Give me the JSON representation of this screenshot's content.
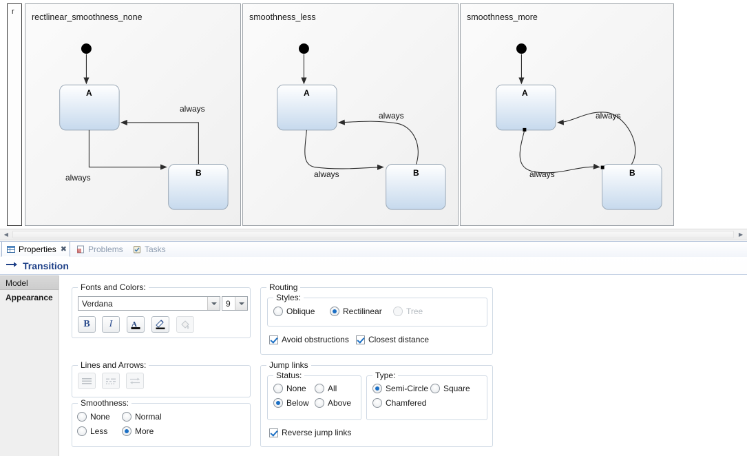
{
  "editor": {
    "side_strip_label": "r",
    "panels": [
      {
        "title": "rectlinear_smoothness_none",
        "state_a_label": "A",
        "state_b_label": "B",
        "edge_label_top": "always",
        "edge_label_bottom": "always"
      },
      {
        "title": "smoothness_less",
        "state_a_label": "A",
        "state_b_label": "B",
        "edge_label_top": "always",
        "edge_label_bottom": "always"
      },
      {
        "title": "smoothness_more",
        "state_a_label": "A",
        "state_b_label": "B",
        "edge_label_top": "always",
        "edge_label_bottom": "always"
      }
    ],
    "scrollbar": {
      "left_arrow_icon": "triangle-left-icon",
      "right_arrow_icon": "triangle-right-icon"
    }
  },
  "view_tabs": [
    {
      "label": "Properties",
      "icon": "properties-table-icon",
      "close_icon": "close-icon",
      "active": true
    },
    {
      "label": "Problems",
      "icon": "problems-icon",
      "active": false
    },
    {
      "label": "Tasks",
      "icon": "tasks-clipboard-icon",
      "active": false
    }
  ],
  "properties": {
    "title": "Transition",
    "title_icon": "transition-arrow-icon",
    "tablist": [
      {
        "label": "Model",
        "selected": true
      },
      {
        "label": "Appearance",
        "current": true
      }
    ],
    "fonts_and_colors": {
      "legend": "Fonts and Colors:",
      "font_name": "Verdana",
      "font_size": "9",
      "buttons": [
        {
          "name": "bold-button",
          "glyph": "B",
          "disabled": false
        },
        {
          "name": "italic-button",
          "glyph": "I",
          "disabled": false
        },
        {
          "name": "font-color-button",
          "glyph": "A",
          "disabled": false
        },
        {
          "name": "line-color-button",
          "glyph": "pen",
          "disabled": false
        },
        {
          "name": "fill-color-button",
          "glyph": "bucket",
          "disabled": true
        }
      ]
    },
    "lines_and_arrows": {
      "legend": "Lines and Arrows:",
      "buttons": [
        {
          "name": "line-style-solid-button",
          "disabled": true
        },
        {
          "name": "line-style-dashed-button",
          "disabled": true
        },
        {
          "name": "arrow-style-button",
          "disabled": true
        }
      ]
    },
    "smoothness": {
      "legend": "Smoothness:",
      "options": [
        {
          "label": "None",
          "checked": false
        },
        {
          "label": "Normal",
          "checked": false
        },
        {
          "label": "Less",
          "checked": false
        },
        {
          "label": "More",
          "checked": true
        }
      ]
    },
    "routing": {
      "legend": "Routing",
      "styles": {
        "legend": "Styles:",
        "options": [
          {
            "label": "Oblique",
            "checked": false,
            "disabled": false
          },
          {
            "label": "Rectilinear",
            "checked": true,
            "disabled": false
          },
          {
            "label": "Tree",
            "checked": false,
            "disabled": true
          }
        ]
      },
      "checkboxes": [
        {
          "label": "Avoid obstructions",
          "checked": true
        },
        {
          "label": "Closest distance",
          "checked": true
        }
      ]
    },
    "jump_links": {
      "legend": "Jump links",
      "status": {
        "legend": "Status:",
        "options": [
          {
            "label": "None",
            "checked": false
          },
          {
            "label": "All",
            "checked": false
          },
          {
            "label": "Below",
            "checked": true
          },
          {
            "label": "Above",
            "checked": false
          }
        ]
      },
      "type": {
        "legend": "Type:",
        "options": [
          {
            "label": "Semi-Circle",
            "checked": true
          },
          {
            "label": "Square",
            "checked": false
          },
          {
            "label": "Chamfered",
            "checked": false
          }
        ]
      },
      "reverse": {
        "label": "Reverse jump links",
        "checked": true
      }
    }
  },
  "colors": {
    "accent": "#1d3f87",
    "radio_dot": "#1b6fc4",
    "state_fill_top": "#ffffff",
    "state_fill_bottom": "#c8dbee",
    "state_border": "#9aa8b6",
    "panel_border": "#9aa0a6"
  }
}
